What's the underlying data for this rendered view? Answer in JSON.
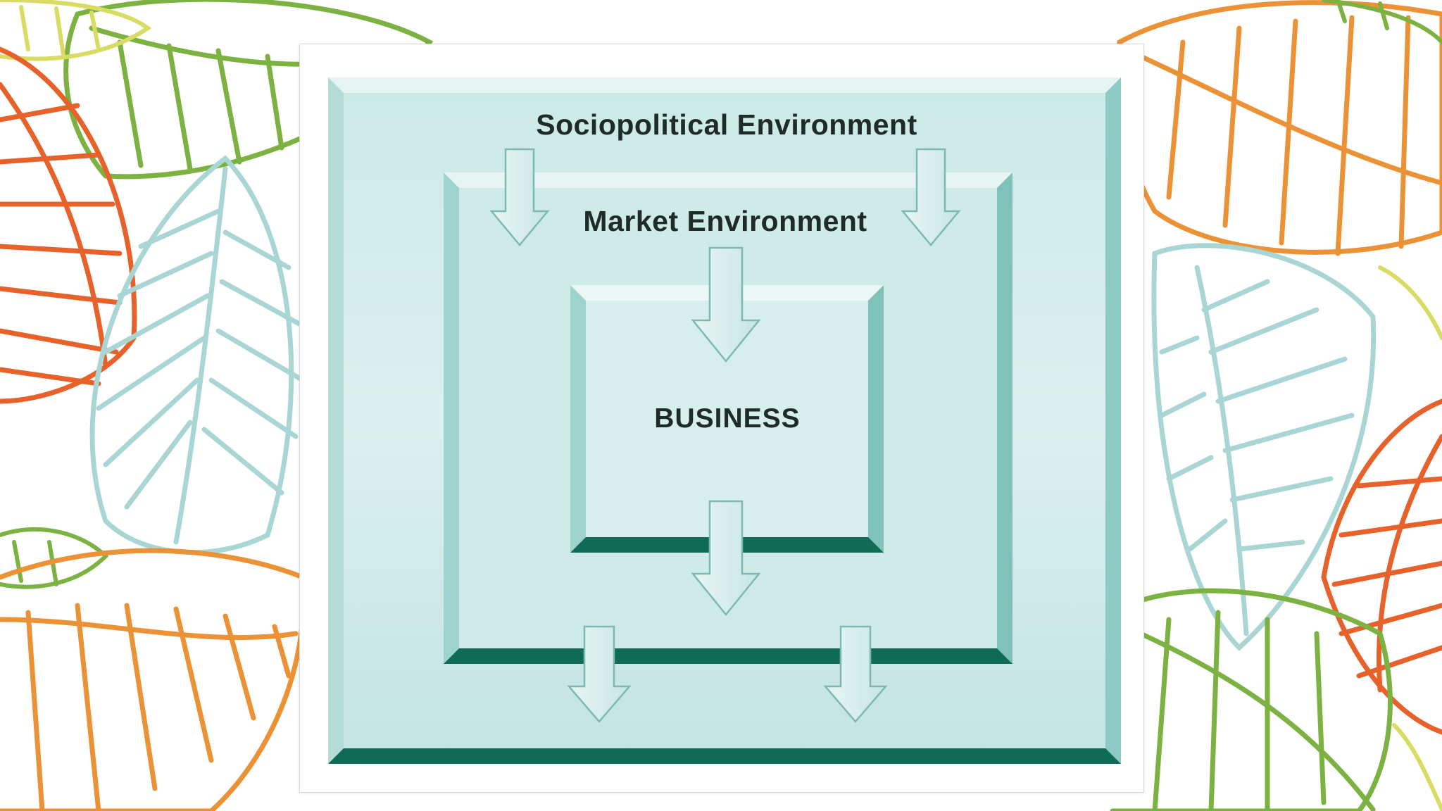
{
  "slide": {
    "background_motif": "leaf-outline-pattern",
    "palette": {
      "leaf_orange": "#ec9236",
      "leaf_red": "#e6622a",
      "leaf_green": "#7bb241",
      "leaf_yellow": "#d9dc63",
      "leaf_pale": "#a9d6d4",
      "panel_fill": "#c4e6e3",
      "panel_light": "#dff2f0",
      "panel_bevel_dark": "#0f6b54"
    }
  },
  "diagram": {
    "levels": [
      {
        "label": "Sociopolitical Environment"
      },
      {
        "label": "Market Environment"
      },
      {
        "label": "BUSINESS"
      }
    ],
    "arrow_icon": "down-arrow-icon"
  }
}
